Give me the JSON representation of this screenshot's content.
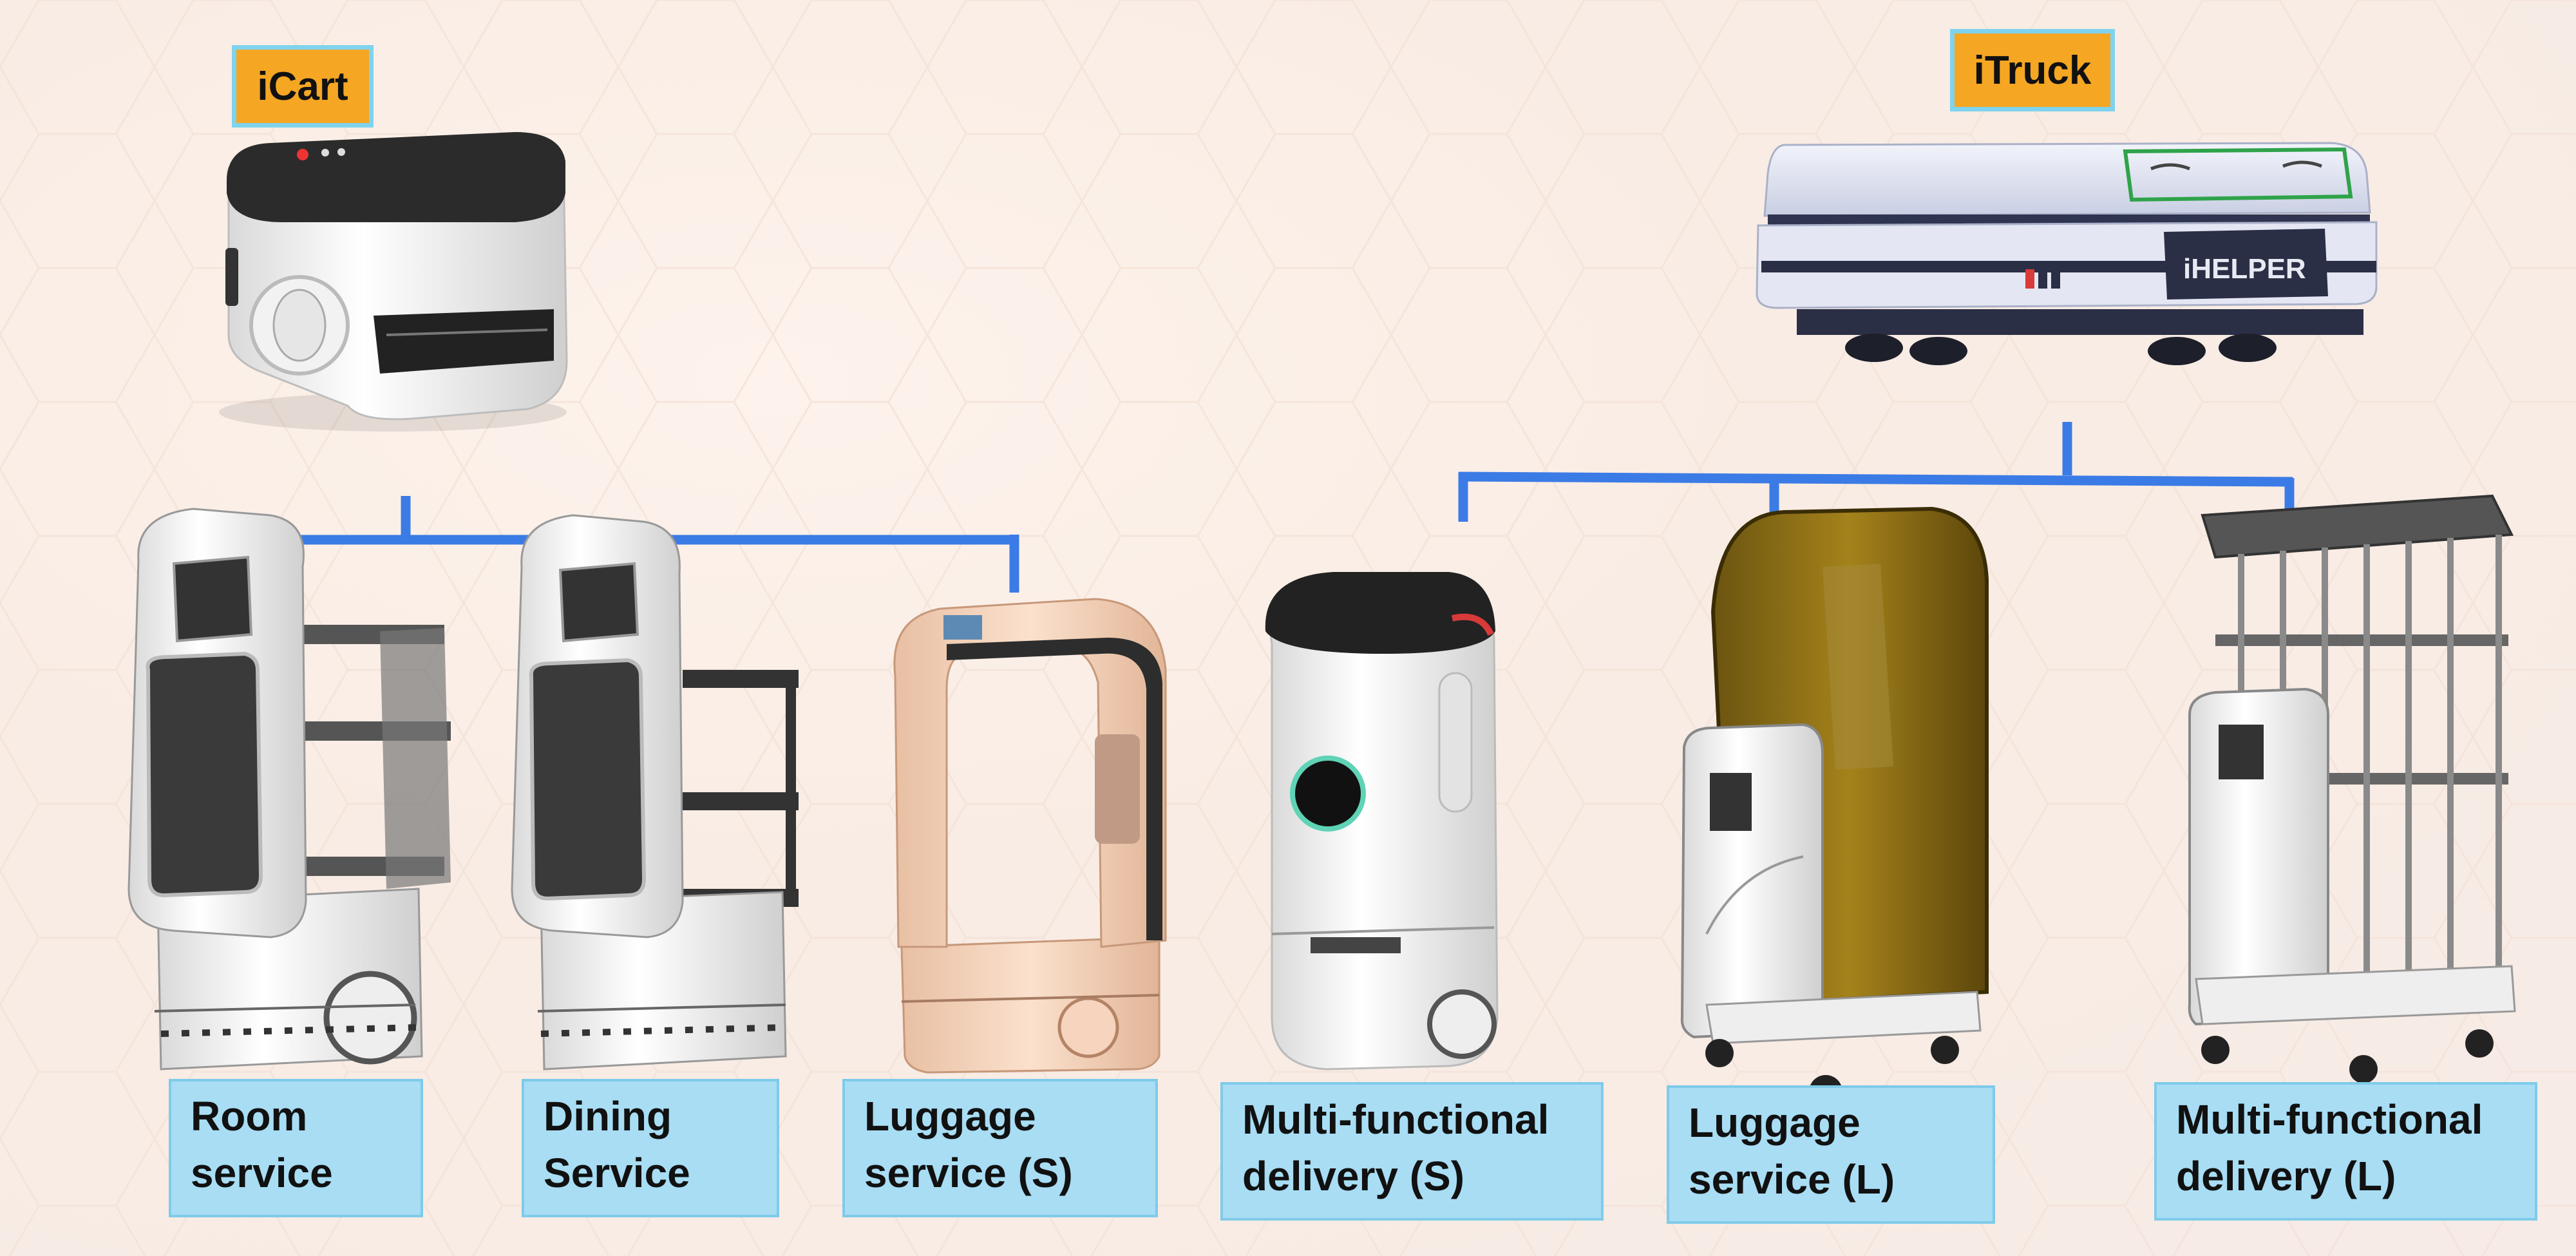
{
  "parents": [
    {
      "id": "icart",
      "title": "iCart"
    },
    {
      "id": "itruck",
      "title": "iTruck",
      "brand": "iHELPER"
    }
  ],
  "children": [
    {
      "id": "room",
      "label": "Room\nservice"
    },
    {
      "id": "dining",
      "label": "Dining\nService"
    },
    {
      "id": "luggage-s",
      "label": "Luggage\nservice (S)"
    },
    {
      "id": "multi-s",
      "label": "Multi-functional\ndelivery (S)"
    },
    {
      "id": "luggage-l",
      "label": "Luggage\nservice (L)"
    },
    {
      "id": "multi-l",
      "label": "Multi-functional\ndelivery (L)"
    }
  ],
  "colors": {
    "connector": "#3b7be6",
    "tag_fill": "#f5a623",
    "tag_border": "#7fd3ee",
    "label_fill": "#a8ddf4"
  }
}
